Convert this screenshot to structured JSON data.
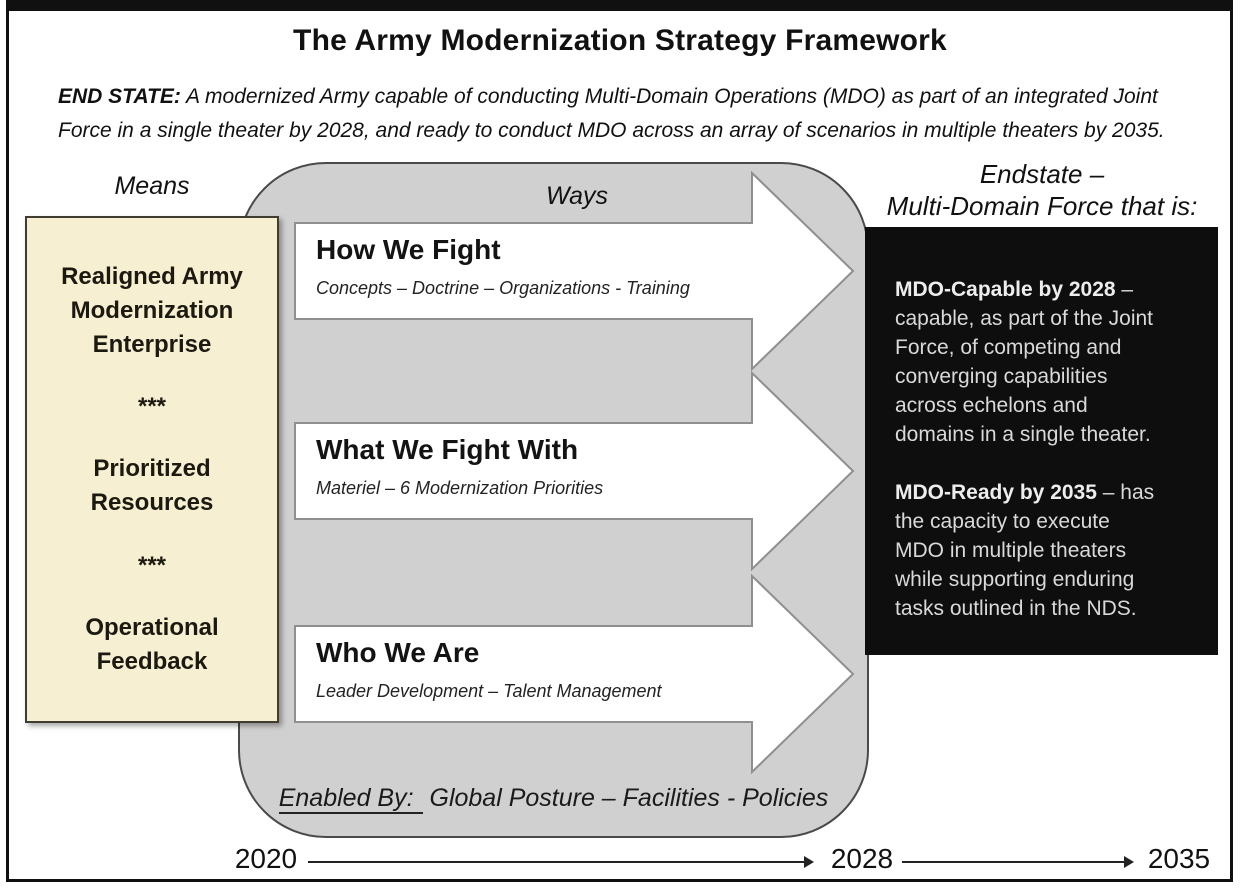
{
  "title": "The Army Modernization Strategy Framework",
  "end_state": {
    "label": "END STATE:",
    "text": " A modernized Army capable of conducting Multi-Domain Operations (MDO) as part of an integrated Joint\nForce in a single theater by 2028, and ready to conduct MDO across an array of scenarios in multiple theaters by 2035."
  },
  "labels": {
    "means": "Means",
    "ways": "Ways",
    "endstate": "Endstate –\nMulti-Domain Force that is:"
  },
  "means_box": {
    "items": [
      "Realigned Army\nModernization\nEnterprise",
      "***",
      "Prioritized\nResources",
      "***",
      "Operational\nFeedback"
    ]
  },
  "ways": {
    "arrows": [
      {
        "title": "How We Fight",
        "subtitle": "Concepts – Doctrine – Organizations  - Training"
      },
      {
        "title": "What We Fight With",
        "subtitle": "Materiel – 6 Modernization Priorities"
      },
      {
        "title": "Who We Are",
        "subtitle": "Leader Development – Talent Management"
      }
    ],
    "enabled_by": {
      "lead": "Enabled By:",
      "text": " Global Posture – Facilities - Policies"
    }
  },
  "endstate_box": {
    "paragraphs": [
      {
        "lead": "MDO-Capable by 2028",
        "text": " –\ncapable, as part of the Joint\nForce, of competing and\nconverging capabilities\nacross echelons and\ndomains in a single theater."
      },
      {
        "lead": "MDO-Ready by 2035",
        "text": " – has\nthe capacity to execute\nMDO in multiple theaters\nwhile supporting enduring\ntasks outlined in the NDS."
      }
    ]
  },
  "timeline": {
    "start": "2020",
    "mid": "2028",
    "end": "2035"
  },
  "colors": {
    "means_box_bg": "#F7EFD1",
    "ways_panel_bg": "#D1D0D0",
    "arrow_fill": "#FFFFFF",
    "endstate_box_bg": "#0E0E0E",
    "endstate_text": "#D9D9D9",
    "frame_border": "#101010"
  }
}
